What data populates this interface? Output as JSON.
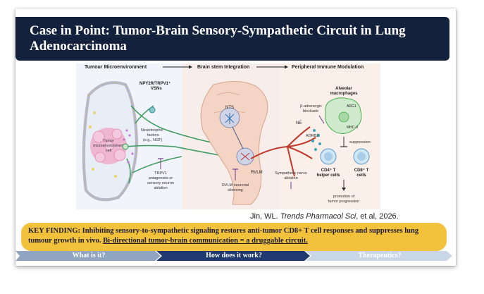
{
  "title": "Case in Point: Tumor-Brain Sensory-Sympathetic Circuit in Lung Adenocarcinoma",
  "figure": {
    "section_headers": [
      "Tumour Microenvironment",
      "Brain stem Integration",
      "Peripheral Immune Modulation"
    ],
    "labels": {
      "vsns": "NPY2R/TRPV1⁺",
      "vsns2": "VSNs",
      "neurotrophic": "Neurotrophic",
      "factors": "factors",
      "ngf": "(e.g., NGF)",
      "tumor": "Tumor",
      "microenv": "microenvironment",
      "cell": "cell",
      "trpv1_a": "TRPV1",
      "trpv1_b": "antagonists or",
      "trpv1_c": "sensory neuron",
      "trpv1_d": "ablation",
      "nts": "NTS",
      "rvlm": "RVLM",
      "rvlm_sil_a": "RVLM neuronal",
      "rvlm_sil_b": "silencing",
      "ne": "NE",
      "symp_a": "Sympathetic nerve",
      "symp_b": "ablation",
      "beta_a": "β-adrenergic",
      "beta_b": "blockade",
      "adrb2": "ADRB2",
      "alveolar_a": "Alveolar",
      "alveolar_b": "macrophages",
      "arg1": "ARG1",
      "mhc": "MHC-II",
      "suppression": "suppression",
      "cd4_a": "CD4⁺ T",
      "cd4_b": "helper cells",
      "cd8_a": "CD8⁺ T",
      "cd8_b": "cells",
      "promo_a": "promotion of",
      "promo_b": "tumor progression"
    }
  },
  "citation_author": "Jin, WL. ",
  "citation_journal": "Trends Pharmacol Sci",
  "citation_rest": ", et al, 2026.",
  "finding_main": "KEY FINDING: Inhibiting sensory-to-sympathetic signaling restores anti-tumor CD8+ T cell responses and suppresses lung tumour growth in vivo. ",
  "finding_underlined": "Bi-directional tumor-brain communication = a druggable circuit.",
  "steps": [
    {
      "label": "What is it?",
      "color": "#8fa5c0"
    },
    {
      "label": "How does it work?",
      "color": "#1e3a6e"
    },
    {
      "label": "Therapeutics?",
      "color": "#c9d6e6"
    }
  ]
}
